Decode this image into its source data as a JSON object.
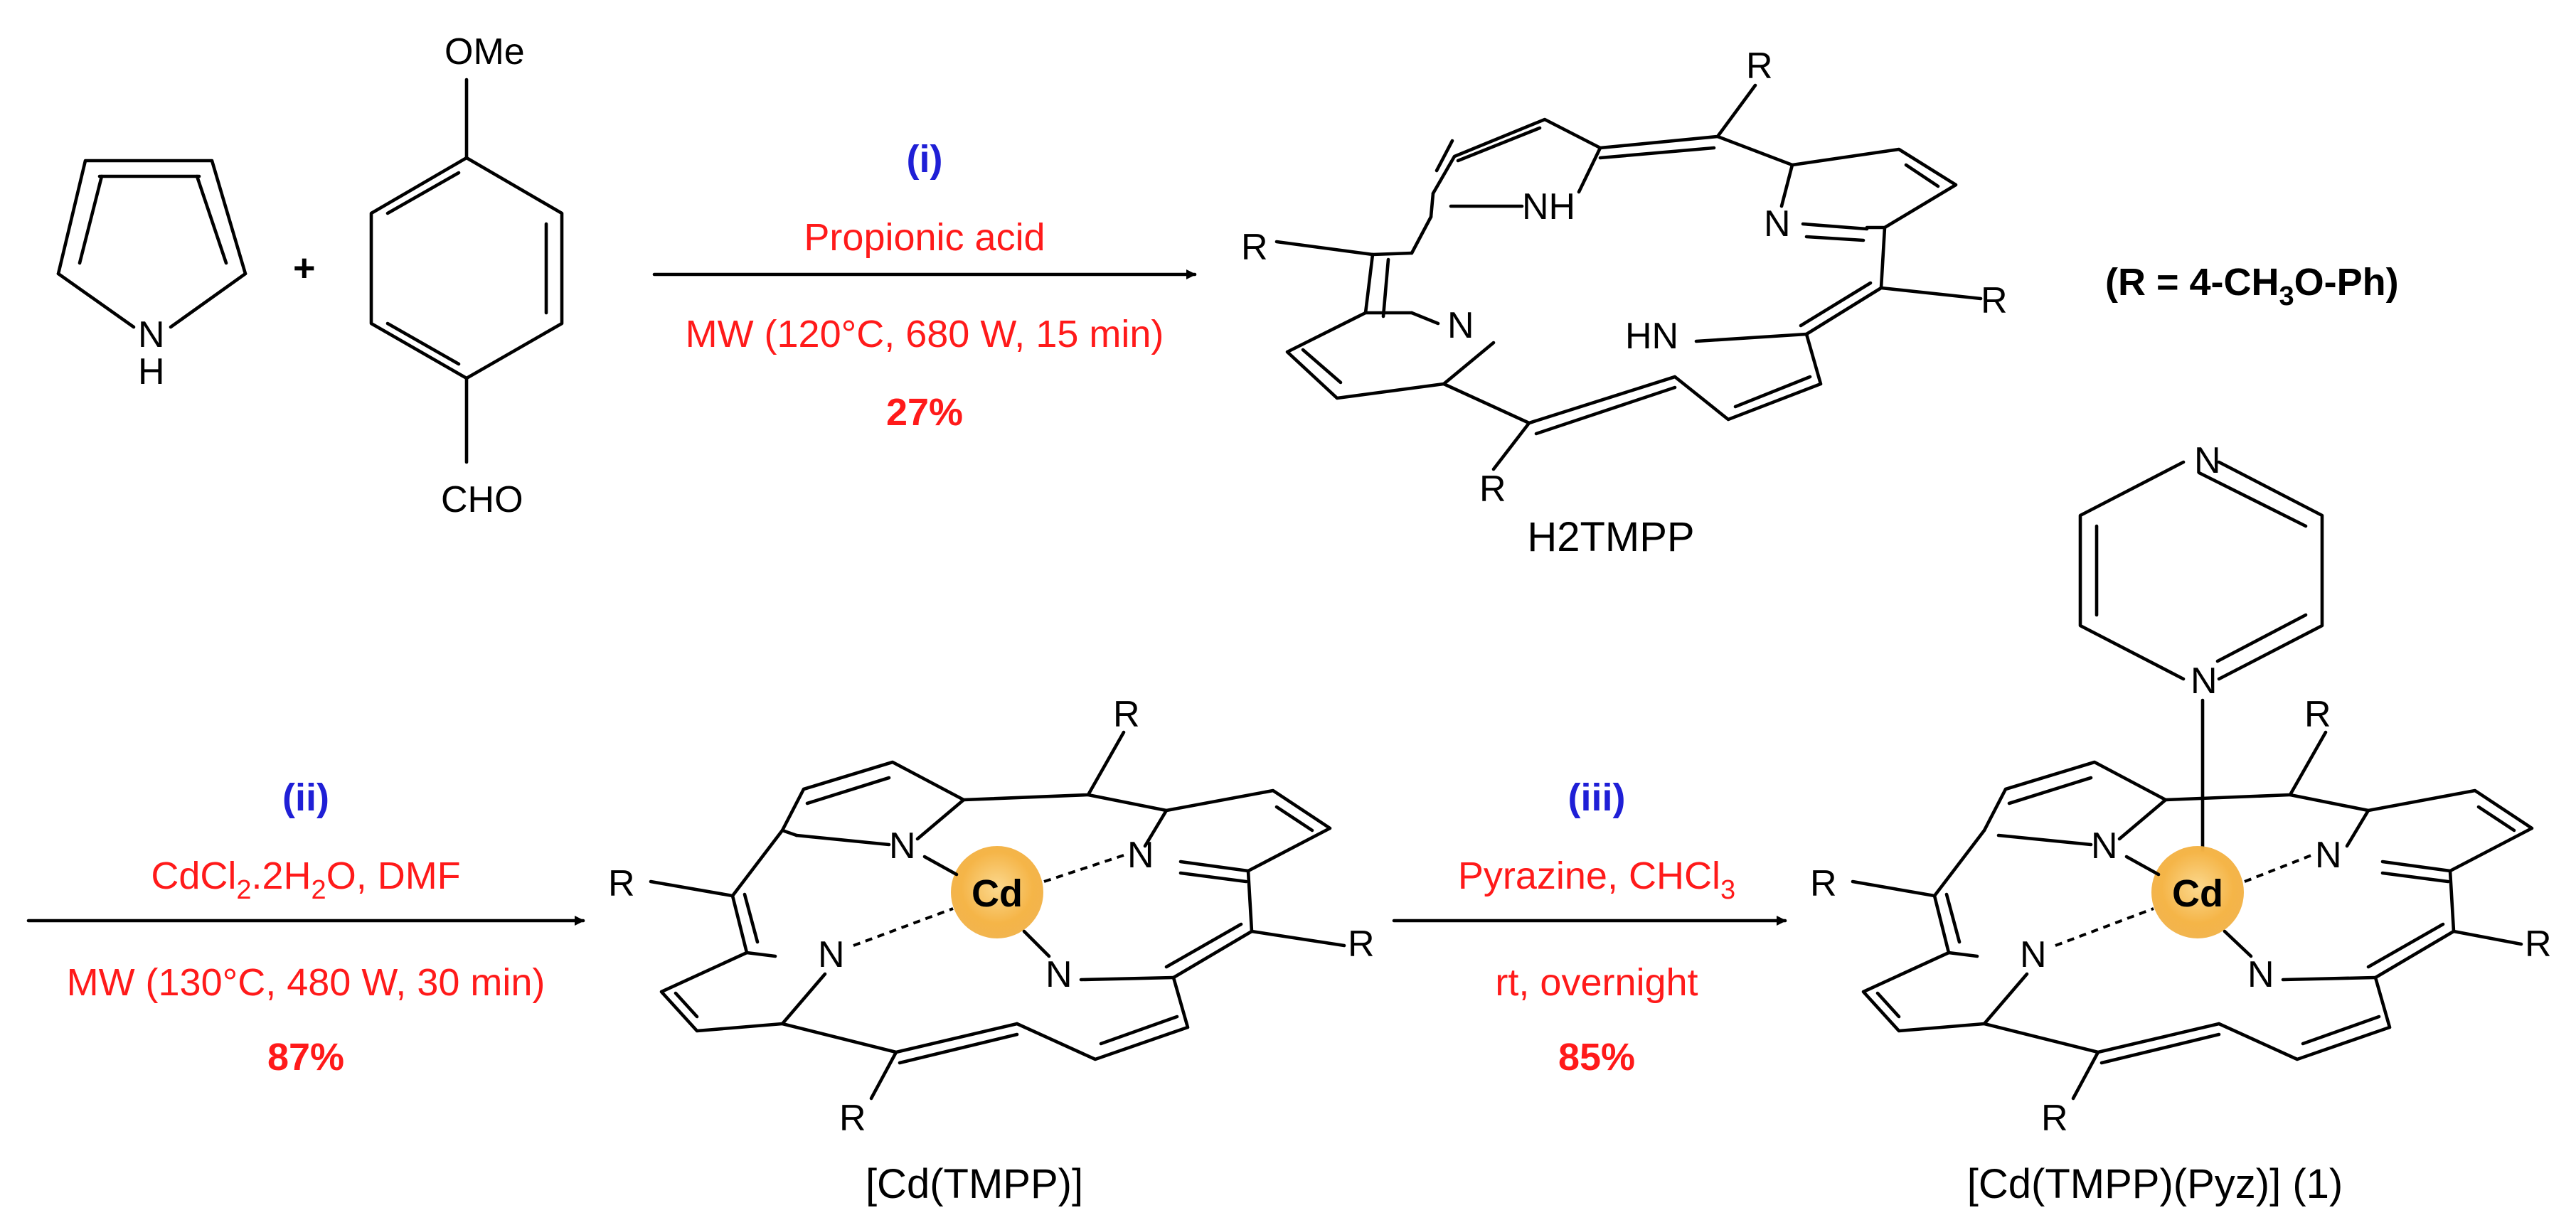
{
  "plus": "+",
  "reactants": {
    "pyrrole_nh": "N",
    "pyrrole_h": "H",
    "aldehyde_ome": "OMe",
    "aldehyde_cho": "CHO"
  },
  "steps": [
    {
      "number": "(i)",
      "reagent": "Propionic acid",
      "condition": "MW (120°C, 680 W, 15 min)",
      "yield": "27%"
    },
    {
      "number": "(ii)",
      "reagent_main": "CdCl",
      "reagent_sub1": "2",
      "reagent_mid": ".2H",
      "reagent_sub2": "2",
      "reagent_end": "O, DMF",
      "condition": "MW (130°C, 480 W, 30 min)",
      "yield": "87%"
    },
    {
      "number": "(iii)",
      "reagent_main": "Pyrazine, CHCl",
      "reagent_sub": "3",
      "condition": "rt, overnight",
      "yield": "85%"
    }
  ],
  "r_definition": {
    "prefix": "(R = 4-CH",
    "sub": "3",
    "suffix": "O-Ph)"
  },
  "atom_labels": {
    "r": "R",
    "n": "N",
    "nh": "NH",
    "hn": "HN",
    "metal": "Cd"
  },
  "compounds": {
    "porphyrin": "H2TMPP",
    "cd_complex": "[Cd(TMPP)]",
    "pyz_complex": "[Cd(TMPP)(Pyz)] (1)"
  },
  "colors": {
    "condition_text": "#ff1a1a",
    "step_label": "#1f1fd6",
    "cd_sphere": "#f5b548"
  }
}
